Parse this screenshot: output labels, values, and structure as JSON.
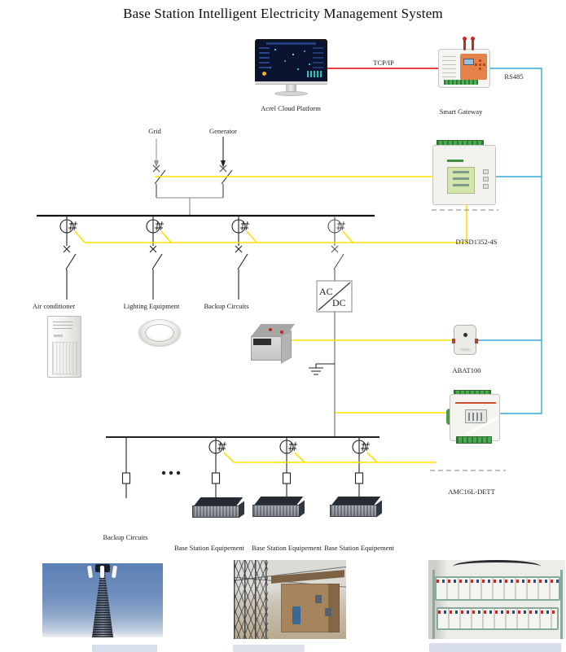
{
  "title": "Base Station Intelligent Electricity Management System",
  "colors": {
    "wire_yellow": "#ffe000",
    "wire_red": "#e00000",
    "wire_cyan": "#35a8d8",
    "wire_grey": "#8a8a8a",
    "wire_black": "#1a1a1a",
    "device_green": "#3d9440",
    "gateway_orange": "#e5824a"
  },
  "cloud_platform": {
    "label": "Acrel Cloud Platform"
  },
  "links": {
    "tcp_ip": "TCP/IP",
    "rs485": "RS485"
  },
  "gateway": {
    "label": "Smart Gateway"
  },
  "energy_meter": {
    "label": "DTSD1352-4S"
  },
  "sources": {
    "grid": "Grid",
    "generator": "Generator"
  },
  "converter": {
    "ac": "AC",
    "dc": "DC"
  },
  "loads": {
    "air_conditioner": "Air conditioner",
    "lighting": "Lighting Equipment",
    "backup": "Backup Circuits"
  },
  "battery_monitor": {
    "label": "ABAT100"
  },
  "dc_energy_meter": {
    "label": "AMC16L-DETT"
  },
  "dc_section": {
    "backup_circuits": "Backup Circuits",
    "equipment_labels": [
      "Base Station Equipement",
      "Base Station Equipement",
      "Base Station Equipement"
    ]
  }
}
